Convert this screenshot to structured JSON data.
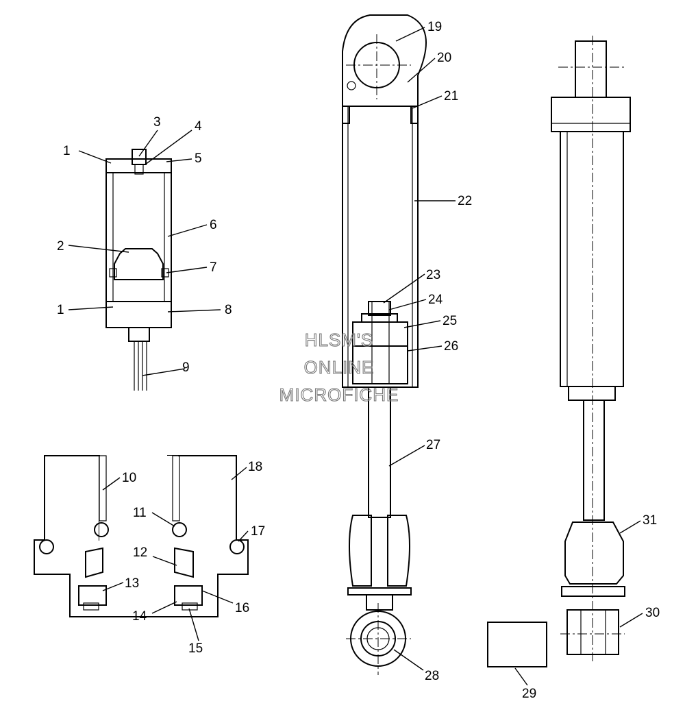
{
  "watermark": {
    "line1": "HLSM'S",
    "line2": "ONLINE",
    "line3": "MICROFICHE"
  },
  "callouts": [
    "1",
    "2",
    "3",
    "4",
    "5",
    "6",
    "7",
    "1",
    "8",
    "9",
    "10",
    "11",
    "12",
    "13",
    "14",
    "15",
    "16",
    "17",
    "18",
    "19",
    "20",
    "21",
    "22",
    "23",
    "24",
    "25",
    "26",
    "27",
    "28",
    "29",
    "30",
    "31"
  ],
  "colors": {
    "ink": "#000000",
    "paper": "#ffffff",
    "watermark": "#777777"
  }
}
